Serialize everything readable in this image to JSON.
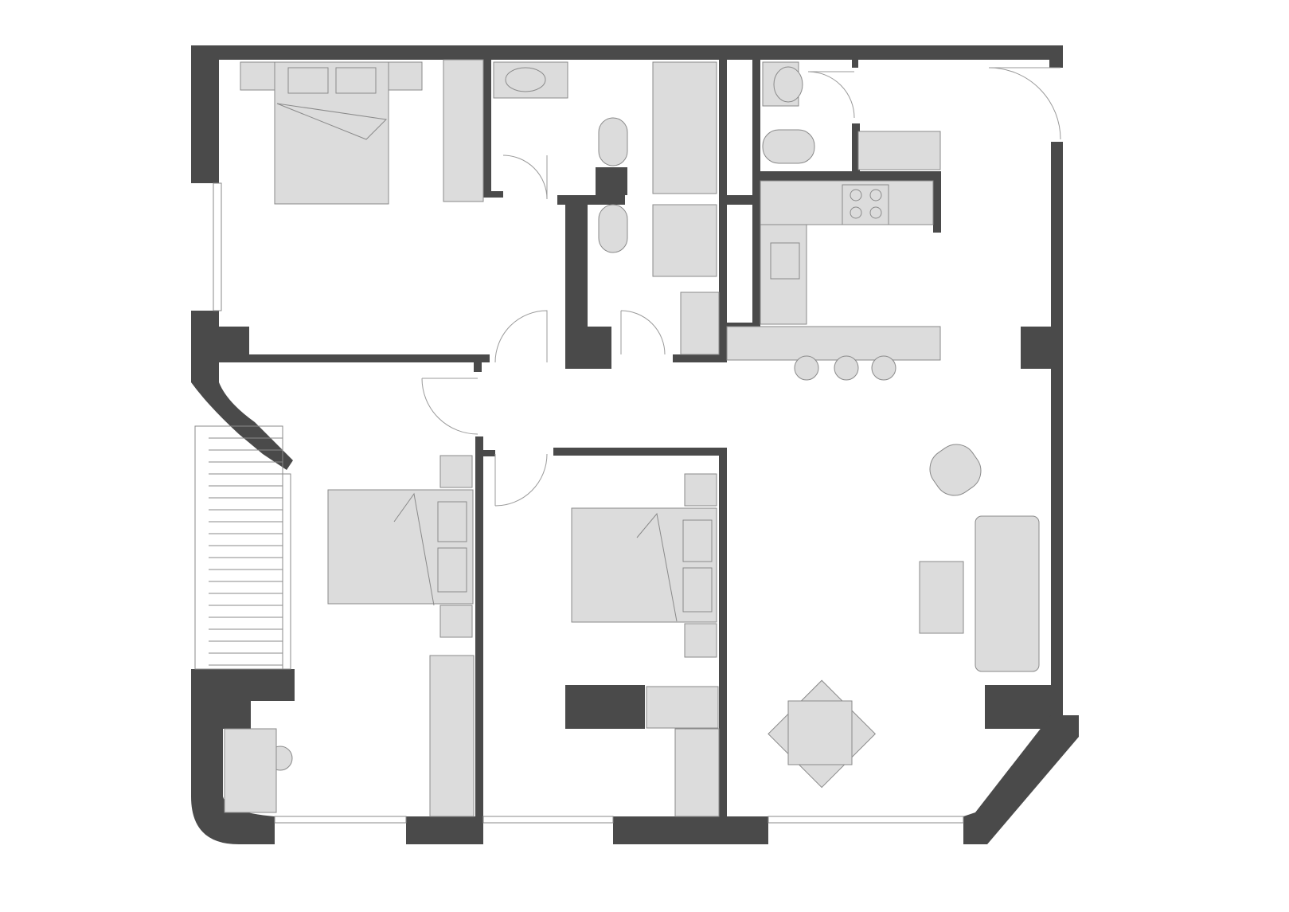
{
  "colors": {
    "wall": "#4a4a4a",
    "furniture": "#dcdcdc",
    "outline": "#8a8a8a",
    "background": "#ffffff"
  },
  "rooms": [
    "bedroom-1",
    "bathroom-1",
    "bathroom-2",
    "wc",
    "kitchen",
    "hallway",
    "bedroom-2",
    "bedroom-3",
    "living-room",
    "balcony-stair"
  ]
}
